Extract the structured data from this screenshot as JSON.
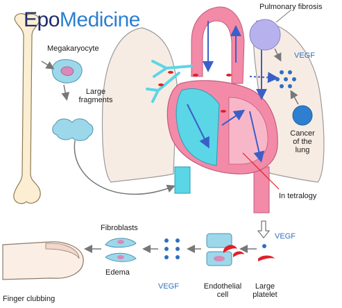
{
  "logo": {
    "part1": "Epo",
    "part2": "Medicine"
  },
  "labels": {
    "megakaryocyte": "Megakaryocyte",
    "large_fragments_1": "Large",
    "large_fragments_2": "fragments",
    "pulmonary_fibrosis": "Pulmonary fibrosis",
    "vegf_top": "VEGF",
    "cancer_1": "Cancer",
    "cancer_2": "of the",
    "cancer_3": "lung",
    "in_tetralogy": "In tetralogy",
    "fibroblasts": "Fibroblasts",
    "edema": "Edema",
    "vegf_bottom_left": "VEGF",
    "vegf_bottom_right": "VEGF",
    "endothelial_1": "Endothelial",
    "endothelial_2": "cell",
    "large_platelet_1": "Large",
    "large_platelet_2": "platelet",
    "finger_clubbing": "Finger clubbing"
  },
  "colors": {
    "vessel_pink": "#f28aa8",
    "vessel_cyan": "#5ad6e6",
    "lung_fill": "#f7ece4",
    "flow_blue": "#3a5fc8",
    "platelet_red": "#e0202a",
    "fibrosis_purple": "#b7b2ee",
    "cell_blue": "#9cd8ea"
  }
}
